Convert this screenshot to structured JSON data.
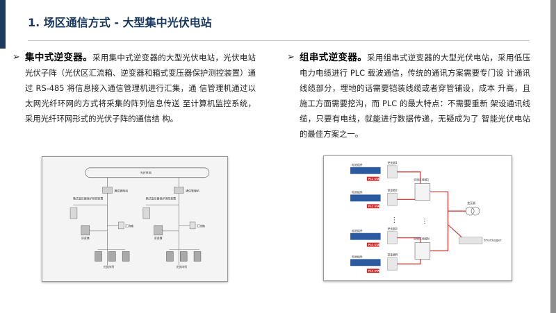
{
  "slide": {
    "title": "1. 场区通信方式 - 大型集中光伏电站"
  },
  "left_column": {
    "bullet": "➢",
    "lead": "集中式逆变器。",
    "text": "采用集中式逆变器的大型光伏电站，光伏电站光伏子阵（光伏区汇流箱、逆变器和箱式变压器保护测控装置）通过 RS-485 将信息接入通信管理机进行汇集，通 信管理机通过以太网光纤环网的方式将采集的阵列信息传送 至计算机监控系统，采用光纤环网形式的光伏子阵的通信结 构。"
  },
  "right_column": {
    "bullet": "➢",
    "lead": "组串式逆变器。",
    "text": "采用组串式逆变器的大型光伏电站，采用低压电力电缆进行 PLC 载波通信，传统的通讯方案需要专门设 计通讯线缆部分，埋地的话需要铠装线缆或者穿管铺设，成本 升高，且施工方面需要挖沟，而 PLC 的最大特点：不需要重新 架设通讯线缆，只要有电线，就能进行数据传递，无疑成为了 智能光伏电站的最佳方案之一。"
  },
  "left_figure": {
    "ring": "光纤环网",
    "mgr_left": "通信管理机",
    "mgr_right": "通信管理机",
    "box_left": "箱式变压器保护测控装置",
    "box_right": "箱式变压器保护测控装置",
    "inv_left": "逆变器",
    "inv_right": "逆变器",
    "cb_left": "汇流箱",
    "cb_right": "汇流箱",
    "array_left": "光伏阵列",
    "array_right": "光伏阵列"
  },
  "right_figure": {
    "panel_label": "电池组件",
    "inv_1": "逆变器1",
    "inv_2": "逆变器2",
    "inv_3": "逆变器3",
    "inv_n": "逆变器N",
    "ac_box_1": "交流汇流箱1",
    "ac_box_n": "交流汇流箱N",
    "plc_tag": "PLC STA",
    "transformer": "变压器",
    "logger": "SmartLogger",
    "ellipsis": "⋮"
  },
  "colors": {
    "title": "#17375e",
    "left_bar": "#1f3a5f",
    "right_bar": "#8e8e8e",
    "plc_red": "#d42a2a",
    "cable_blue": "#3a6fb0"
  }
}
